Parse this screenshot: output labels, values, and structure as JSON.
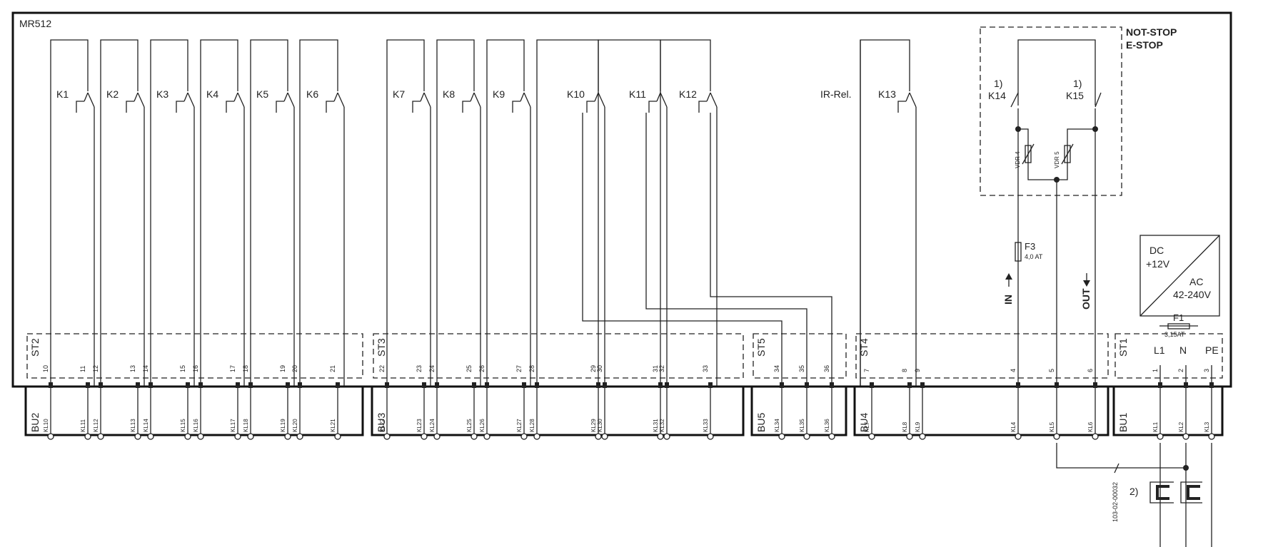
{
  "module": {
    "label": "MR512"
  },
  "relays": [
    {
      "label": "K1",
      "pins": [
        "10",
        "11"
      ]
    },
    {
      "label": "K2",
      "pins": [
        "12",
        "13"
      ]
    },
    {
      "label": "K3",
      "pins": [
        "14",
        "15"
      ]
    },
    {
      "label": "K4",
      "pins": [
        "16",
        "17"
      ]
    },
    {
      "label": "K5",
      "pins": [
        "18",
        "19"
      ]
    },
    {
      "label": "K6",
      "pins": [
        "20",
        "21"
      ]
    },
    {
      "label": "K7",
      "pins": [
        "22",
        "23"
      ]
    },
    {
      "label": "K8",
      "pins": [
        "24",
        "25"
      ]
    },
    {
      "label": "K9",
      "pins": [
        "26",
        "27"
      ]
    },
    {
      "label": "K10",
      "pins": [
        "28",
        "29"
      ]
    },
    {
      "label": "K11",
      "pins": [
        "30",
        "31"
      ]
    },
    {
      "label": "K12",
      "pins": [
        "32",
        "33"
      ]
    },
    {
      "label": "K13",
      "pins": [
        "8",
        "9"
      ]
    }
  ],
  "ir_relay": {
    "label": "IR-Rel.",
    "pin": "7"
  },
  "estop": {
    "title_de": "NOT-STOP",
    "title_en": "E-STOP",
    "relay_left": {
      "label": "K14",
      "note": "1)"
    },
    "relay_right": {
      "label": "K15",
      "note": "1)"
    },
    "vdr_left": "VDR 4",
    "vdr_right": "VDR 5"
  },
  "fuse_f3": {
    "label": "F3",
    "rating": "4,0 AT"
  },
  "in_label": "IN",
  "out_label": "OUT",
  "power_supply": {
    "dc": "DC",
    "dc_voltage": "+12V",
    "ac": "AC",
    "ac_voltage": "42-240V"
  },
  "fuse_f1": {
    "label": "F1",
    "rating": "3,15AT"
  },
  "connectors": [
    {
      "st": "ST2",
      "bu": "BU2",
      "pins": [
        "10",
        "11",
        "12",
        "13",
        "14",
        "15",
        "16",
        "17",
        "18",
        "19",
        "20",
        "21"
      ],
      "terminals": [
        "KL10",
        "KL11",
        "KL12",
        "KL13",
        "KL14",
        "KL15",
        "KL16",
        "KL17",
        "KL18",
        "KL19",
        "KL20",
        "KL21"
      ]
    },
    {
      "st": "ST3",
      "bu": "BU3",
      "pins": [
        "22",
        "23",
        "24",
        "25",
        "26",
        "27",
        "28",
        "29",
        "30",
        "31",
        "32",
        "33"
      ],
      "terminals": [
        "KL22",
        "KL23",
        "KL24",
        "KL25",
        "KL26",
        "KL27",
        "KL28",
        "KL29",
        "KL30",
        "KL31",
        "KL32",
        "KL33"
      ]
    },
    {
      "st": "ST5",
      "bu": "BU5",
      "pins": [
        "34",
        "35",
        "36"
      ],
      "terminals": [
        "KL34",
        "KL35",
        "KL36"
      ]
    },
    {
      "st": "ST4",
      "bu": "BU4",
      "pins": [
        "7",
        "8",
        "9",
        "4",
        "5",
        "6"
      ],
      "terminals": [
        "KL7",
        "KL8",
        "KL9",
        "KL4",
        "KL5",
        "KL6"
      ]
    },
    {
      "st": "ST1",
      "bu": "BU1",
      "pins": [
        "1",
        "2",
        "3"
      ],
      "terminals": [
        "KL1",
        "KL2",
        "KL3"
      ],
      "pin_names": [
        "L1",
        "N",
        "PE"
      ]
    }
  ],
  "cable_id": "103-02-00032",
  "cable_note": "2)",
  "colors": {
    "line": "#222222",
    "background": "#ffffff"
  }
}
